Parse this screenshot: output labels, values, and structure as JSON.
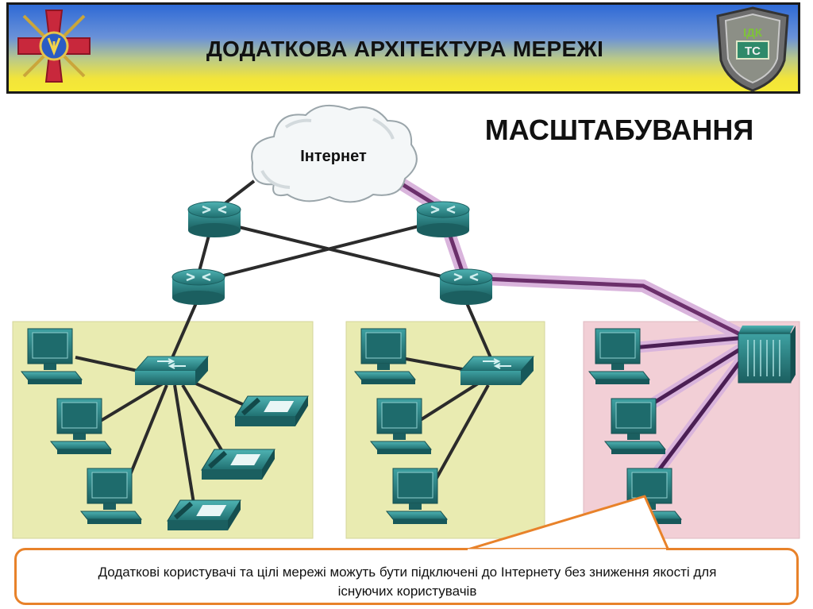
{
  "header": {
    "title": "ДОДАТКОВА АРХІТЕКТУРА МЕРЕЖІ",
    "logo_left_icon": "military-cross-emblem-icon",
    "logo_right_icon": "shield-emblem-icon",
    "logo_right_text_top": "ІДК",
    "logo_right_text_mid": "ТС"
  },
  "subtitle": "МАСШТАБУВАННЯ",
  "diagram": {
    "cloud_label": "Інтернет",
    "colors": {
      "device_teal": "#2e8a8a",
      "zone_yellow": "#e9ebb1",
      "zone_pink": "#f2cfd6",
      "highlight_purple": "#7a3d7a",
      "link_dark": "#2b2b2b"
    }
  },
  "callout": {
    "text_line1": "Додаткові користувачі та цілі мережі можуть бути підключені до Інтернету без зниження якості для",
    "text_line2": "існуючих користувачів",
    "border_color": "#e8822a"
  }
}
